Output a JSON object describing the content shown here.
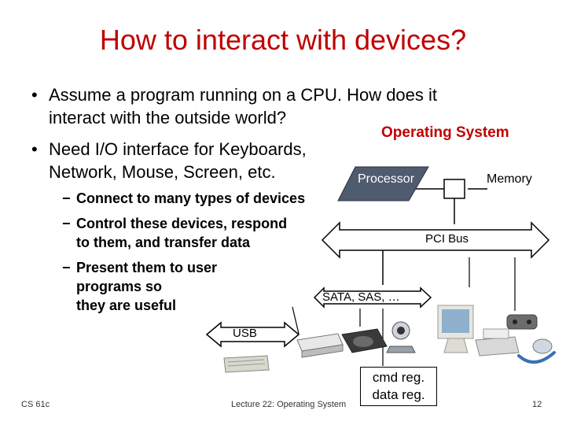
{
  "slide": {
    "title": "How to interact with devices?",
    "bullets": [
      {
        "line1": "Assume a program running on a CPU. How does it",
        "line2": "interact with the outside world?"
      },
      {
        "line1": "Need I/O interface for Keyboards,",
        "line2": "Network, Mouse, Screen, etc."
      }
    ],
    "subbullets": [
      {
        "lines": [
          "Connect to many types of devices"
        ]
      },
      {
        "lines": [
          "Control these devices, respond",
          "to them, and transfer data"
        ]
      },
      {
        "lines": [
          "Present them to user",
          "programs so",
          "they are useful"
        ]
      }
    ],
    "bullet_char": "•",
    "dash_char": "−"
  },
  "diagram": {
    "os_label": "Operating System",
    "processor_label": "Processor",
    "memory_label": "Memory",
    "pci_label": "PCI Bus",
    "sata_label": "SATA, SAS, …",
    "usb_label": "USB",
    "regs": {
      "line1": "cmd reg.",
      "line2": "data reg."
    }
  },
  "footer": {
    "left": "CS 61c",
    "center": "Lecture 22: Operating System",
    "page": "12"
  },
  "colors": {
    "title": "#c00000",
    "os_label": "#c00000",
    "processor_fill": "#4f5b6e"
  }
}
